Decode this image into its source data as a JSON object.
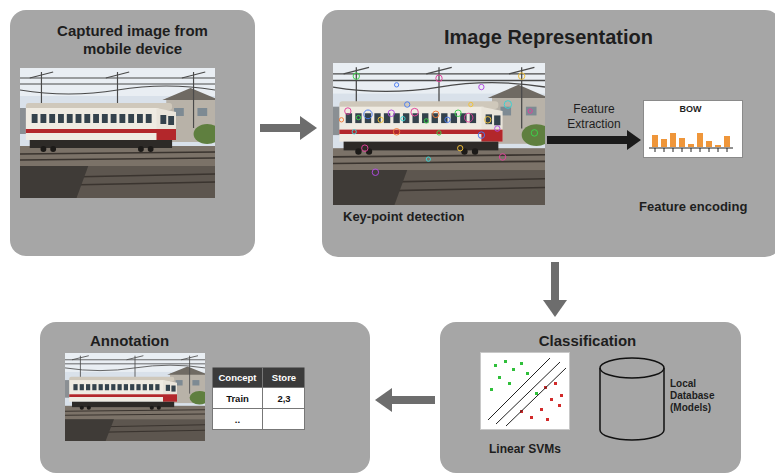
{
  "diagram": {
    "nodes": [
      {
        "text": [
          "Captured image from mobile device"
        ]
      },
      {
        "text": [
          "Image Representation"
        ]
      },
      {
        "text": [
          "Key-point detection"
        ],
        "in": 1
      },
      {
        "text": [
          "BOW",
          "Feature encoding"
        ],
        "in": 1
      },
      {
        "text": [
          "Classification"
        ]
      },
      {
        "text": [
          "Linear SVMs"
        ],
        "in": 4
      },
      {
        "text": [
          "Local Database (Models)"
        ],
        "in": 4
      },
      {
        "text": [
          "Annotation"
        ]
      }
    ],
    "edges": [
      {
        "from": 0,
        "to": 1,
        "arrow": "to"
      },
      {
        "from": 2,
        "to": 3,
        "label": "Feature Extraction",
        "arrow": "to"
      },
      {
        "from": 1,
        "to": 4,
        "arrow": "to"
      },
      {
        "from": 4,
        "to": 7,
        "arrow": "to"
      }
    ],
    "labels": [
      "Concept",
      "Store",
      "Train",
      "2,3",
      ".."
    ]
  }
}
